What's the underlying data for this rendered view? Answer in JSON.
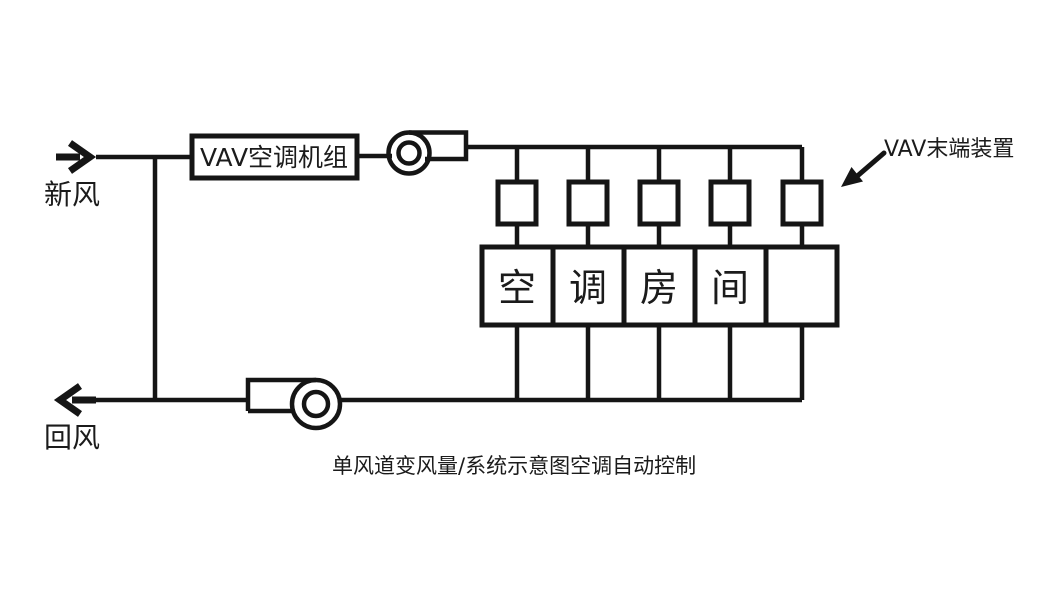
{
  "diagram": {
    "fresh_air_label": "新风",
    "return_air_label": "回风",
    "ahu_label": "VAV空调机组",
    "terminal_annotation_label": "VAV末端装置",
    "room_cells": [
      "空",
      "调",
      "房",
      "间",
      ""
    ],
    "caption": "单风道变风量/系统示意图空调自动控制",
    "terminal_count": 5,
    "colors": {
      "line": "#151515",
      "background": "#ffffff"
    }
  }
}
